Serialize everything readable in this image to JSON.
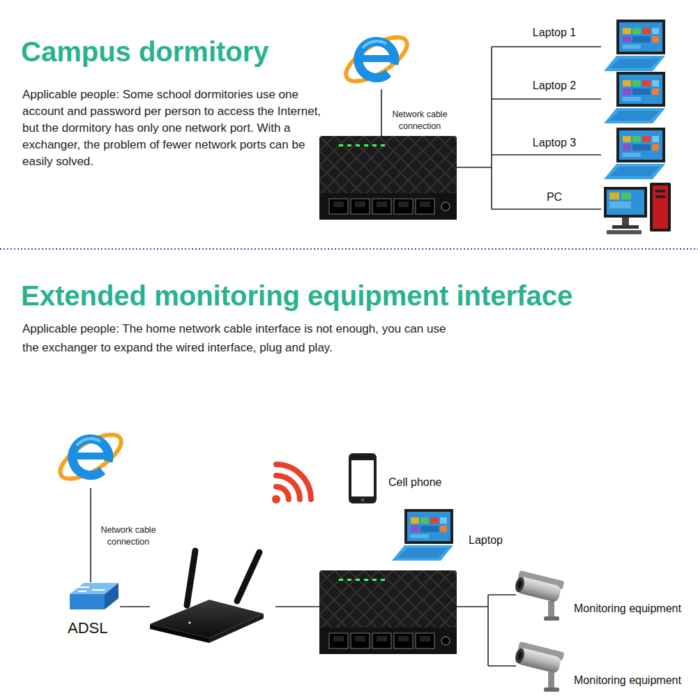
{
  "diagram": {
    "labels": [
      "Campus dormitory",
      "Applicable people: Some school dormitories use one account and password per person to access the Internet, but the dormitory has only one network port. With a exchanger, the problem of fewer network ports can be easily solved.",
      "Network cable connection",
      "Laptop 1",
      "Laptop 2",
      "Laptop 3",
      "PC",
      "Extended monitoring equipment interface",
      "Applicable people: The home network cable interface is not enough, you can use the exchanger to expand the wired interface, plug and play.",
      "Network cable connection",
      "Cell phone",
      "Laptop",
      "ADSL",
      "Monitoring equipment",
      "Monitoring equipment"
    ]
  }
}
